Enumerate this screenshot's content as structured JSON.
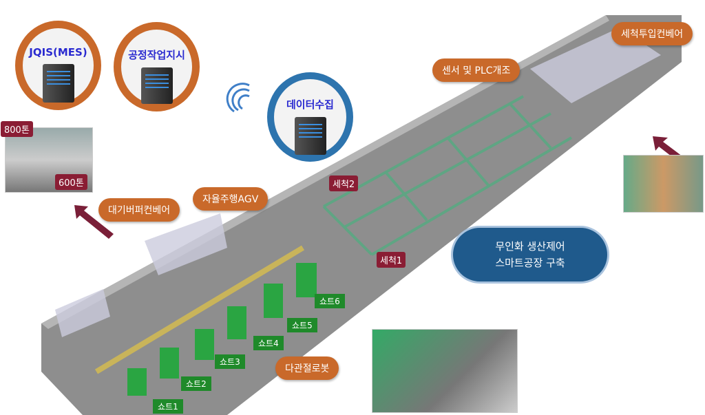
{
  "systems": {
    "mes": "JQIS(MES)",
    "work_order": "공정작업지시",
    "data_collection": "데이터수집"
  },
  "press_tags": {
    "t800": "800톤",
    "t600": "600톤"
  },
  "callouts": {
    "buffer_conveyor": "대기버퍼컨베어",
    "agv": "자율주행AGV",
    "sensor_plc": "센서 및 PLC개조",
    "wash_input": "세척투입컨베어",
    "robot": "다관절로봇"
  },
  "wash_tags": {
    "w1": "세척1",
    "w2": "세척2"
  },
  "shots": [
    "쇼트1",
    "쇼트2",
    "쇼트3",
    "쇼트4",
    "쇼트5",
    "쇼트6"
  ],
  "banner": {
    "line1": "무인화 생산제어",
    "line2": "스마트공장 구축"
  },
  "colors": {
    "orange": "#c9692a",
    "blue": "#1f5a8c",
    "maroon": "#8a1d34",
    "green": "#1f8a2a"
  }
}
